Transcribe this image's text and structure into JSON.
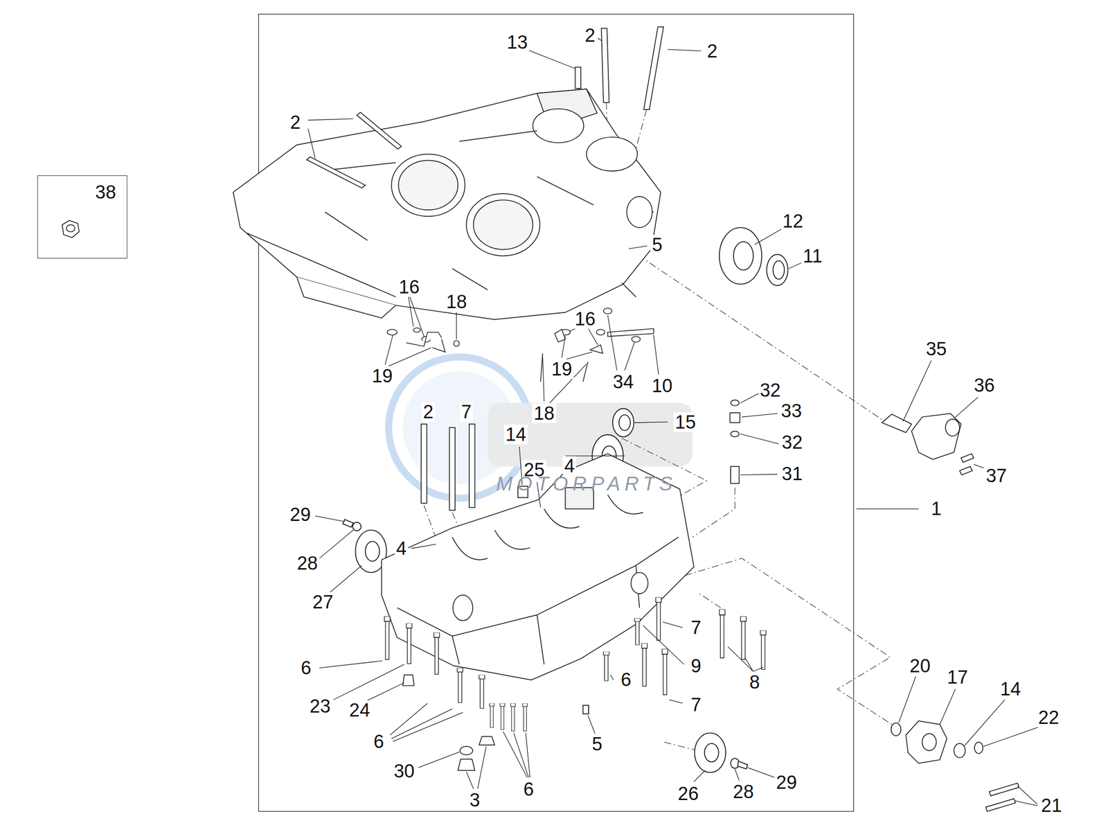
{
  "diagram": {
    "nodes": [
      {
        "text": [
          "38"
        ]
      }
    ],
    "labels": [
      "13",
      "2",
      "2",
      "2",
      "12",
      "5",
      "11",
      "16",
      "18",
      "16",
      "19",
      "19",
      "34",
      "10",
      "18",
      "32",
      "33",
      "35",
      "36",
      "15",
      "2",
      "7",
      "14",
      "32",
      "4",
      "25",
      "37",
      "31",
      "1",
      "29",
      "28",
      "4",
      "27",
      "7",
      "9",
      "6",
      "8",
      "20",
      "17",
      "14",
      "22",
      "23",
      "24",
      "6",
      "7",
      "6",
      "5",
      "30",
      "26",
      "28",
      "29",
      "3",
      "6",
      "21",
      "MOTORPARTS"
    ]
  }
}
